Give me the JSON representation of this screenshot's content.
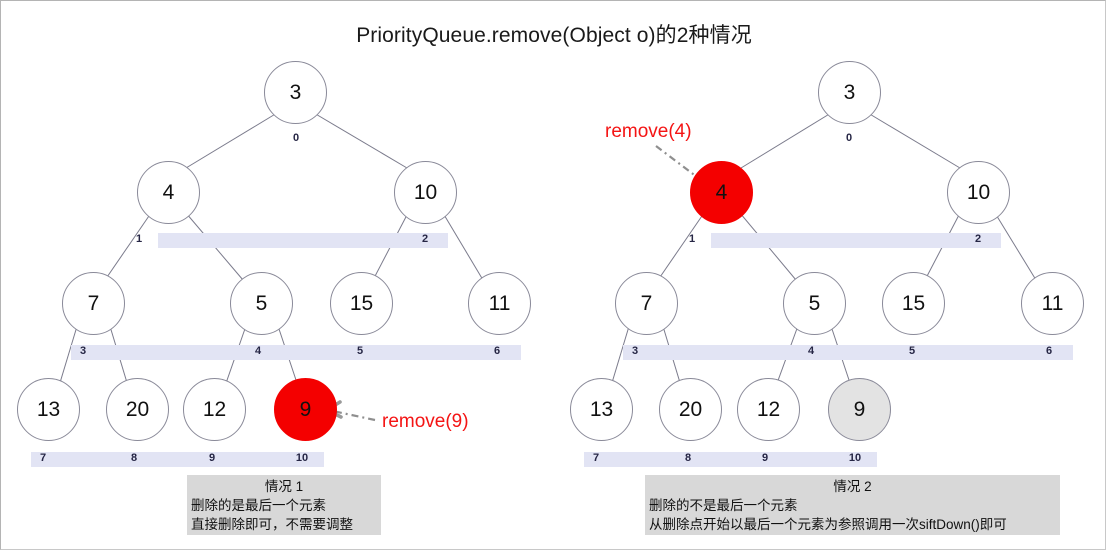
{
  "title": "PriorityQueue.remove(Object o)的2种情况",
  "accent_red": "#f40000",
  "strip_color": "#e2e4f4",
  "caption_bg": "#d8d8d8",
  "node_border": "#8a8a99",
  "grey_node_fill": "#e3e3e3",
  "panels": [
    {
      "id": "case-1",
      "nodes": [
        {
          "label": "3",
          "index": "0",
          "state": "normal"
        },
        {
          "label": "4",
          "index": "1",
          "state": "normal"
        },
        {
          "label": "10",
          "index": "2",
          "state": "normal"
        },
        {
          "label": "7",
          "index": "3",
          "state": "normal"
        },
        {
          "label": "5",
          "index": "4",
          "state": "normal"
        },
        {
          "label": "15",
          "index": "5",
          "state": "normal"
        },
        {
          "label": "11",
          "index": "6",
          "state": "normal"
        },
        {
          "label": "13",
          "index": "7",
          "state": "normal"
        },
        {
          "label": "20",
          "index": "8",
          "state": "normal"
        },
        {
          "label": "12",
          "index": "9",
          "state": "normal"
        },
        {
          "label": "9",
          "index": "10",
          "state": "red"
        }
      ],
      "annotation": "remove(9)",
      "caption": {
        "heading": "情况 1",
        "lines": [
          "删除的是最后一个元素",
          "直接删除即可，不需要调整"
        ]
      }
    },
    {
      "id": "case-2",
      "nodes": [
        {
          "label": "3",
          "index": "0",
          "state": "normal"
        },
        {
          "label": "4",
          "index": "1",
          "state": "red"
        },
        {
          "label": "10",
          "index": "2",
          "state": "normal"
        },
        {
          "label": "7",
          "index": "3",
          "state": "normal"
        },
        {
          "label": "5",
          "index": "4",
          "state": "normal"
        },
        {
          "label": "15",
          "index": "5",
          "state": "normal"
        },
        {
          "label": "11",
          "index": "6",
          "state": "normal"
        },
        {
          "label": "13",
          "index": "7",
          "state": "normal"
        },
        {
          "label": "20",
          "index": "8",
          "state": "normal"
        },
        {
          "label": "12",
          "index": "9",
          "state": "normal"
        },
        {
          "label": "9",
          "index": "10",
          "state": "grey"
        }
      ],
      "annotation": "remove(4)",
      "caption": {
        "heading": "情况 2",
        "lines": [
          "删除的不是最后一个元素",
          "从删除点开始以最后一个元素为参照调用一次siftDown()即可"
        ]
      }
    }
  ]
}
